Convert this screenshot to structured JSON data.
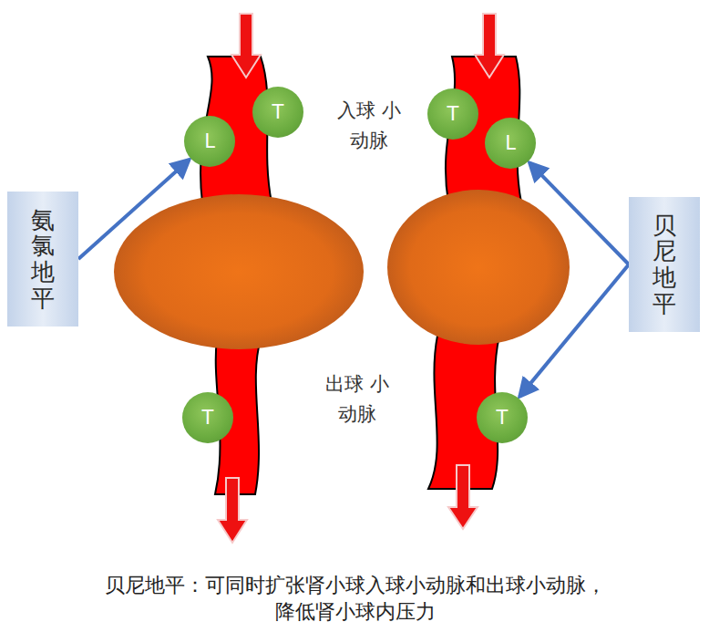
{
  "diagram": {
    "caption": "贝尼地平：可同时扩张肾小球入球小动脉和出球小动脉， 降低肾小球内压力",
    "nodes": [
      {
        "text": [
          "氨氯地平"
        ]
      },
      {
        "text": [
          "L"
        ]
      },
      {
        "text": [
          "T"
        ]
      },
      {
        "text": [
          "T"
        ]
      },
      {
        "text": [
          "T"
        ]
      },
      {
        "text": [
          "L"
        ]
      },
      {
        "text": [
          "T"
        ]
      },
      {
        "text": [
          "贝尼地平"
        ]
      }
    ],
    "edges": [
      {
        "from": 0,
        "to": 1,
        "arrow": "to"
      },
      {
        "from": 7,
        "to": 5,
        "arrow": "to"
      },
      {
        "from": 7,
        "to": 6,
        "arrow": "to"
      }
    ],
    "labels": [
      "入球 小动脉",
      "出球 小动脉"
    ]
  }
}
